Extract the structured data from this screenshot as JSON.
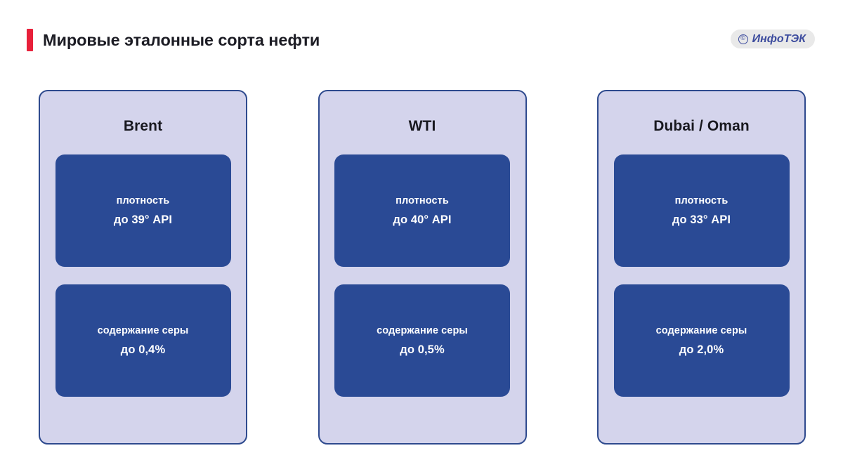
{
  "header": {
    "title": "Мировые эталонные сорта нефти",
    "accent_color": "#e8203a",
    "logo": {
      "symbol": "©",
      "text": "ИнфоТЭК",
      "pill_color": "#e9e9e9",
      "text_color": "#3d4c9e"
    }
  },
  "theme": {
    "panel_fill": "#d4d4ec",
    "panel_border": "#2e4a8e",
    "card_fill": "#2a4a95",
    "card_text": "#ffffff",
    "background": "#ffffff"
  },
  "panels": [
    {
      "title": "Brent",
      "density": {
        "label": "плотность",
        "value": "до 39° API"
      },
      "sulfur": {
        "label": "содержание серы",
        "value": "до 0,4%"
      }
    },
    {
      "title": "WTI",
      "density": {
        "label": "плотность",
        "value": "до 40° API"
      },
      "sulfur": {
        "label": "содержание серы",
        "value": "до 0,5%"
      }
    },
    {
      "title": "Dubai / Oman",
      "density": {
        "label": "плотность",
        "value": "до 33° API"
      },
      "sulfur": {
        "label": "содержание серы",
        "value": "до 2,0%"
      }
    }
  ]
}
